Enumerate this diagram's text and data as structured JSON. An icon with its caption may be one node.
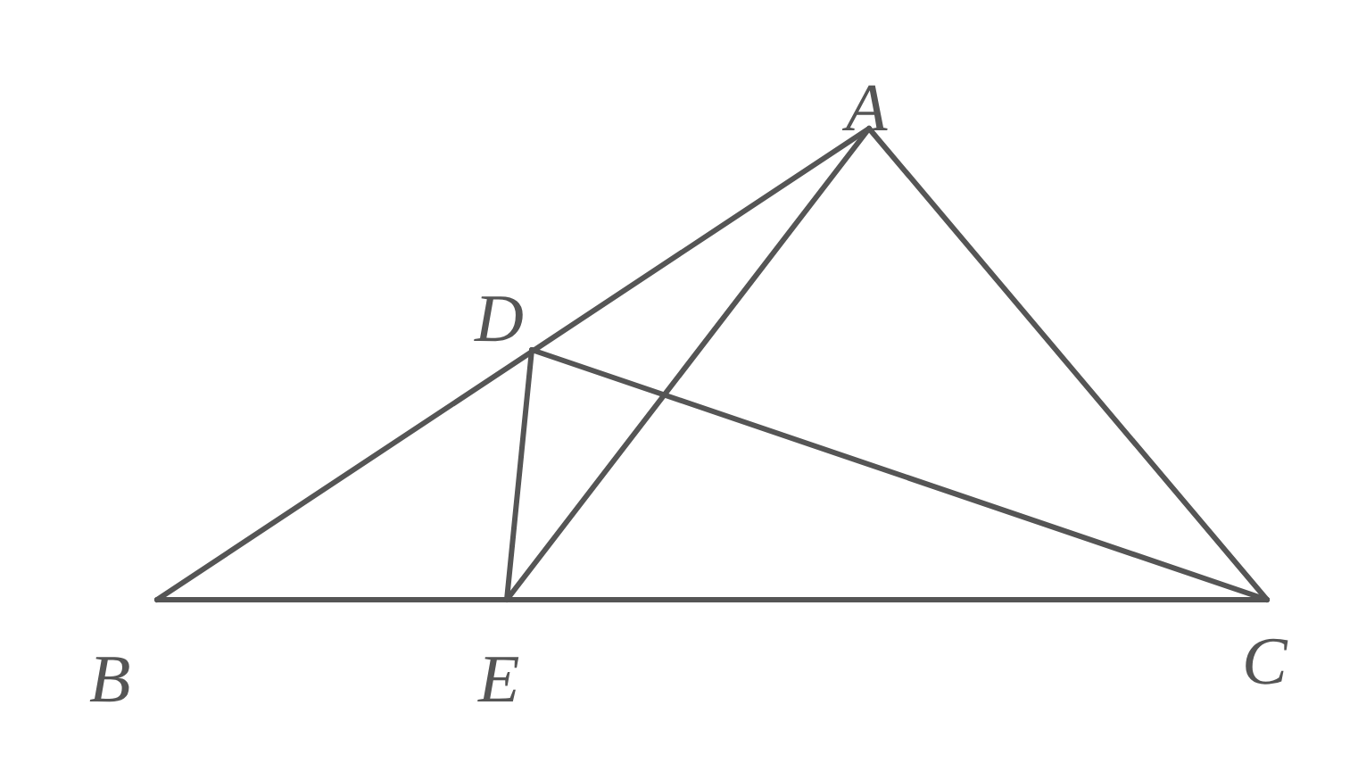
{
  "diagram": {
    "labels": [
      "A",
      "D",
      "B",
      "E",
      "C"
    ]
  }
}
